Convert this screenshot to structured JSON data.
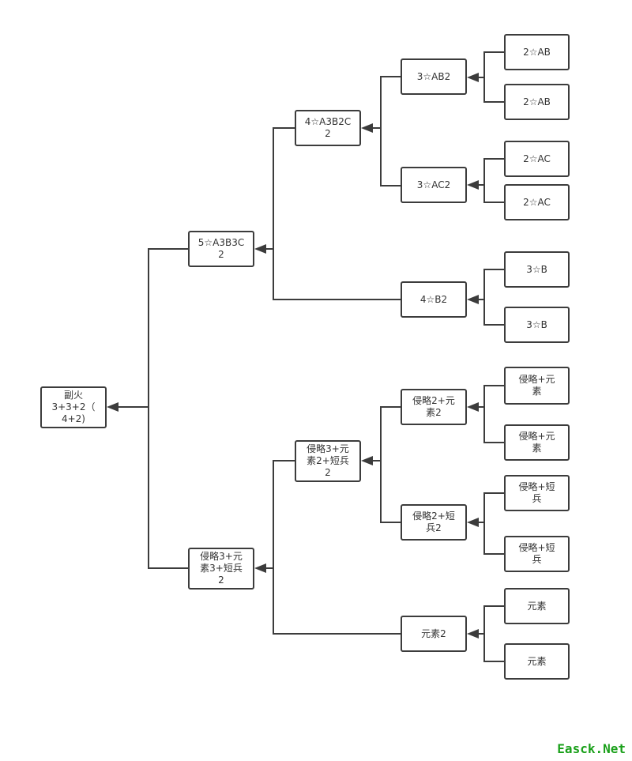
{
  "colors": {
    "line": "#3c3c3c",
    "watermark": "#1aa01a"
  },
  "nodes": {
    "root": "副火\n3+3+2（\n4+2)",
    "n5star": "5☆A3B3C\n2",
    "n4star_a3b2c": "4☆A3B2C\n2",
    "n3star_ab2": "3☆AB2",
    "n3star_ac2": "3☆AC2",
    "n4star_b2": "4☆B2",
    "leaf_2ab_1": "2☆AB",
    "leaf_2ab_2": "2☆AB",
    "leaf_2ac_1": "2☆AC",
    "leaf_2ac_2": "2☆AC",
    "leaf_3b_1": "3☆B",
    "leaf_3b_2": "3☆B",
    "invade3_elem3_short": "侵略3+元\n素3+短兵\n2",
    "invade3_elem2_short": "侵略3+元\n素2+短兵\n2",
    "invade2_elem2": "侵略2+元\n素2",
    "invade2_short2": "侵略2+短\n兵2",
    "elem2": "元素2",
    "leaf_invade_elem_1": "侵略+元\n素",
    "leaf_invade_elem_2": "侵略+元\n素",
    "leaf_invade_short_1": "侵略+短\n兵",
    "leaf_invade_short_2": "侵略+短\n兵",
    "leaf_elem_1": "元素",
    "leaf_elem_2": "元素"
  },
  "watermark": "Easck.Net"
}
